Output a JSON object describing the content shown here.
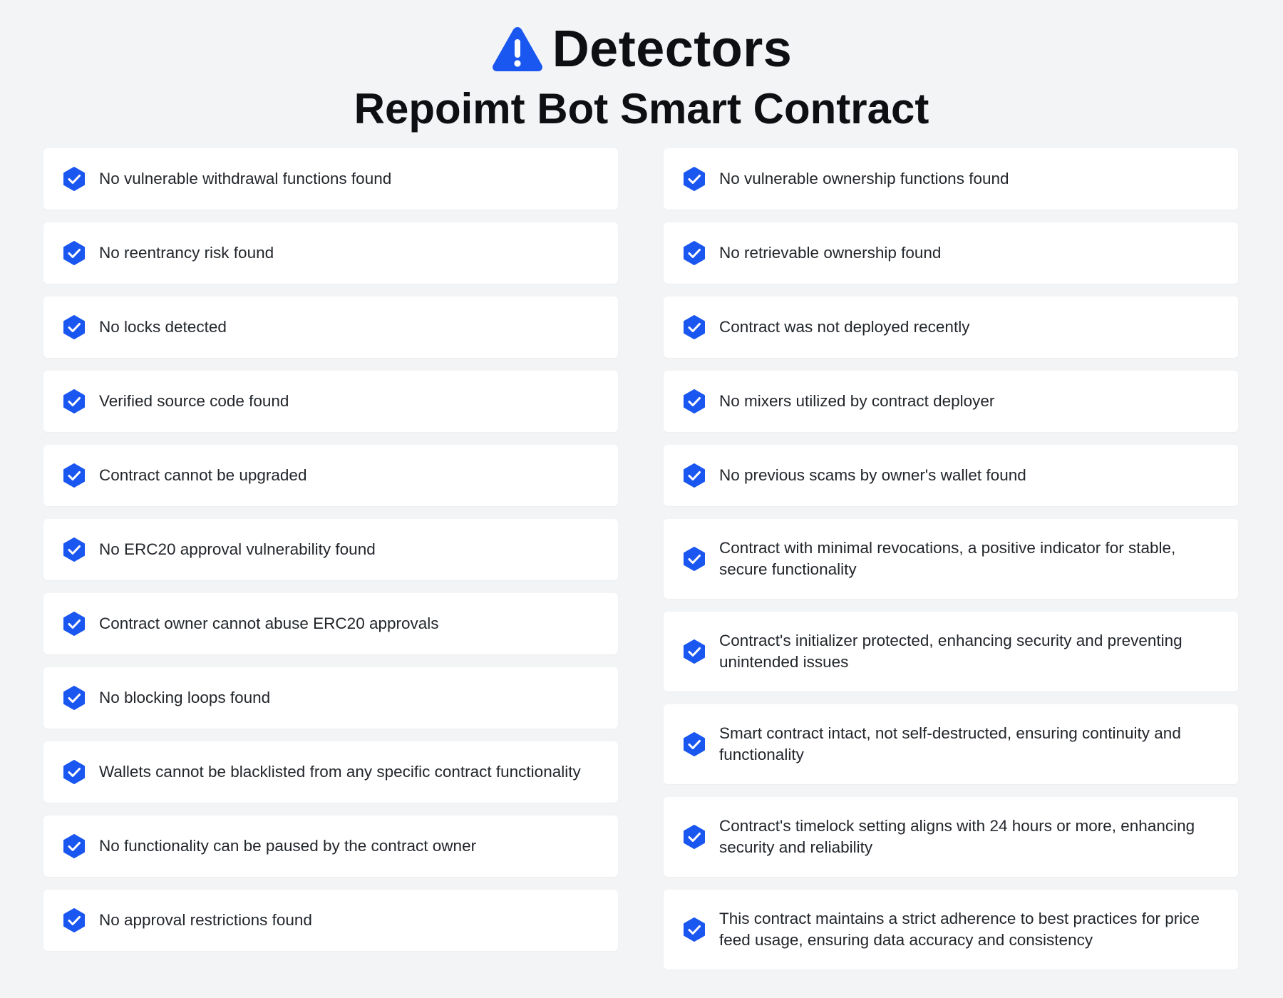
{
  "header": {
    "title": "Detectors",
    "subtitle": "Repoimt Bot Smart Contract",
    "title_icon": "warning-triangle-icon",
    "accent_color": "#1a56f0"
  },
  "check_icon": "check-badge-icon",
  "left_items": [
    "No vulnerable withdrawal functions found",
    "No reentrancy risk found",
    "No locks detected",
    "Verified source code found",
    "Contract cannot be upgraded",
    "No ERC20 approval vulnerability found",
    "Contract owner cannot abuse ERC20 approvals",
    "No blocking loops found",
    "Wallets cannot be blacklisted from any specific contract functionality",
    "No functionality can be paused by the contract owner",
    "No approval restrictions found"
  ],
  "right_items": [
    "No vulnerable ownership functions found",
    "No retrievable ownership found",
    "Contract was not deployed recently",
    "No mixers utilized by contract deployer",
    "No previous scams by owner's wallet found",
    "Contract with minimal revocations, a positive indicator for stable, secure functionality",
    "Contract's initializer protected, enhancing security and preventing unintended issues",
    "Smart contract intact, not self-destructed, ensuring continuity and functionality",
    "Contract's timelock setting aligns with 24 hours or more, enhancing security and reliability",
    "This contract maintains a strict adherence to best practices for price feed usage, ensuring data accuracy and consistency"
  ]
}
